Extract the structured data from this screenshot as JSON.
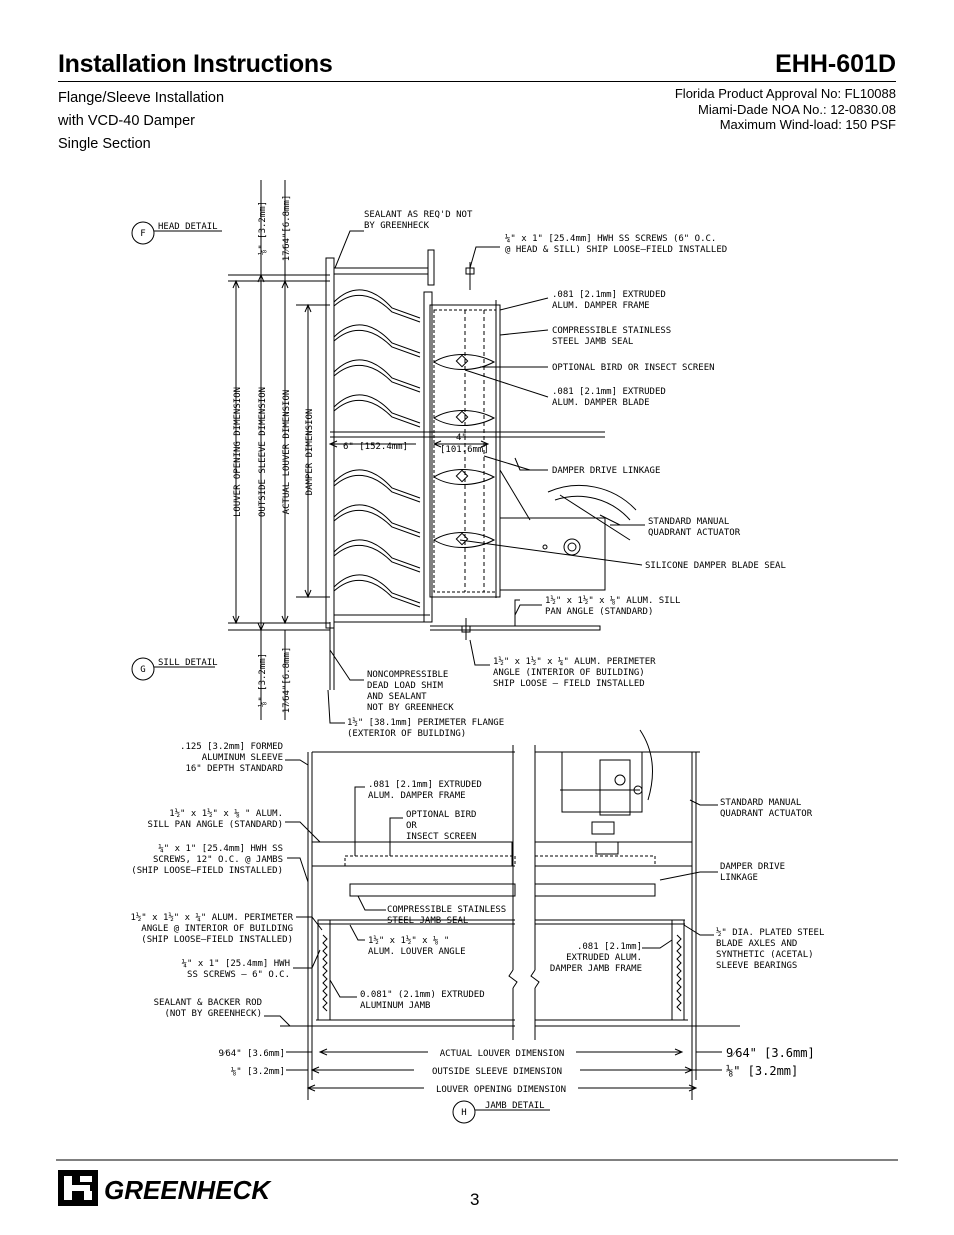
{
  "header": {
    "title": "Installation Instructions",
    "model": "EHH-601D",
    "subtitle_lines": [
      "Flange/Sleeve Installation",
      "with VCD-40 Damper",
      "Single Section"
    ],
    "approvals": [
      "Florida Product Approval No: FL10088",
      "Miami-Dade NOA No.: 12-0830.08",
      "Maximum Wind-load: 150 PSF"
    ]
  },
  "details": {
    "head": {
      "letter": "F",
      "label": "HEAD DETAIL"
    },
    "sill": {
      "letter": "G",
      "label": "SILL DETAIL"
    },
    "jamb": {
      "letter": "H",
      "label": "JAMB DETAIL"
    }
  },
  "section_labels": {
    "sealant": [
      "SEALANT AS REQ'D NOT",
      "BY GREENHECK"
    ],
    "hwh_screws": [
      "¼\" x 1\" [25.4mm] HWH SS SCREWS (6\" O.C.",
      "@ HEAD & SILL) SHIP LOOSE—FIELD INSTALLED"
    ],
    "damper_frame": [
      ".081 [2.1mm] EXTRUDED",
      "ALUM. DAMPER FRAME"
    ],
    "jamb_seal": [
      "COMPRESSIBLE STAINLESS",
      "STEEL JAMB SEAL"
    ],
    "screen": "OPTIONAL BIRD OR INSECT SCREEN",
    "damper_blade": [
      ".081 [2.1mm] EXTRUDED",
      "ALUM. DAMPER BLADE"
    ],
    "linkage": "DAMPER DRIVE LINKAGE",
    "actuator": [
      "STANDARD MANUAL",
      "QUADRANT ACTUATOR"
    ],
    "blade_seal": "SILICONE DAMPER BLADE SEAL",
    "sill_angle": [
      "1½\" x 1½\" x ⅛\" ALUM. SILL",
      "PAN ANGLE (STANDARD)"
    ],
    "perimeter_angle": [
      "1½\" x 1½\" x ¼\" ALUM. PERIMETER",
      "ANGLE (INTERIOR OF BUILDING)",
      "SHIP LOOSE — FIELD INSTALLED"
    ],
    "shim": [
      "NONCOMPRESSIBLE",
      "DEAD LOAD SHIM",
      "AND SEALANT",
      "NOT BY GREENHECK"
    ],
    "flange": [
      "1½\" [38.1mm] PERIMETER FLANGE",
      "(EXTERIOR OF BUILDING)"
    ],
    "dim_louver_opening": "LOUVER OPENING DIMENSION",
    "dim_outside_sleeve": "OUTSIDE SLEEVE DIMENSION",
    "dim_actual_louver": "ACTUAL LOUVER DIMENSION",
    "dim_damper": "DAMPER DIMENSION",
    "dim_six": "6\" [152.4mm]",
    "dim_four": "4\"",
    "dim_four_mm": "[101.6mm]",
    "dim_eighth": "⅛\" [3.2mm]",
    "dim_17_64": "17⁄64\"[6.8mm]"
  },
  "jamb_labels": {
    "sleeve": [
      ".125 [3.2mm] FORMED",
      "ALUMINUM SLEEVE",
      "16\" DEPTH STANDARD"
    ],
    "sill_angle": [
      "1½\" x 1½\" x ⅛ \" ALUM.",
      "SILL PAN ANGLE (STANDARD)"
    ],
    "screws": [
      "¼\" x 1\" [25.4mm] HWH SS",
      "SCREWS, 12\" O.C. @ JAMBS",
      "(SHIP LOOSE—FIELD INSTALLED)"
    ],
    "perimeter": [
      "1½\" x 1½\" x ¼\" ALUM. PERIMETER",
      "ANGLE @ INTERIOR OF BUILDING",
      "(SHIP LOOSE—FIELD INSTALLED)"
    ],
    "screws2": [
      "¼\" x 1\" [25.4mm] HWH",
      "SS SCREWS — 6\" O.C."
    ],
    "sealant": [
      "SEALANT & BACKER ROD",
      "(NOT BY GREENHECK)"
    ],
    "damper_frame": [
      ".081 [2.1mm] EXTRUDED",
      "ALUM. DAMPER FRAME"
    ],
    "screen": [
      "OPTIONAL BIRD",
      "OR",
      "INSECT SCREEN"
    ],
    "jamb_seal": [
      "COMPRESSIBLE STAINLESS",
      "STEEL JAMB SEAL"
    ],
    "louver_angle": [
      "1½\" x 1½\" x ⅛ \"",
      "ALUM. LOUVER ANGLE"
    ],
    "aluminum_jamb": [
      "0.081\" (2.1mm) EXTRUDED",
      "ALUMINUM JAMB"
    ],
    "jamb_frame": [
      ".081 [2.1mm]",
      "EXTRUDED ALUM.",
      "DAMPER JAMB FRAME"
    ],
    "actuator": [
      "STANDARD MANUAL",
      "QUADRANT ACTUATOR"
    ],
    "linkage": [
      "DAMPER DRIVE",
      "LINKAGE"
    ],
    "axles": [
      "½\" DIA. PLATED STEEL",
      "BLADE AXLES AND",
      "SYNTHETIC (ACETAL)",
      "SLEEVE BEARINGS"
    ],
    "dim_actual": "ACTUAL LOUVER DIMENSION",
    "dim_sleeve": "OUTSIDE SLEEVE DIMENSION",
    "dim_opening": "LOUVER OPENING DIMENSION",
    "left_9_64": "9⁄64\" [3.6mm]",
    "left_1_8": "⅛\" [3.2mm]",
    "right_9_64": "9⁄64\" [3.6mm]",
    "right_1_8": "⅛\" [3.2mm]"
  },
  "footer": {
    "brand": "GREENHECK",
    "page_number": "3"
  }
}
